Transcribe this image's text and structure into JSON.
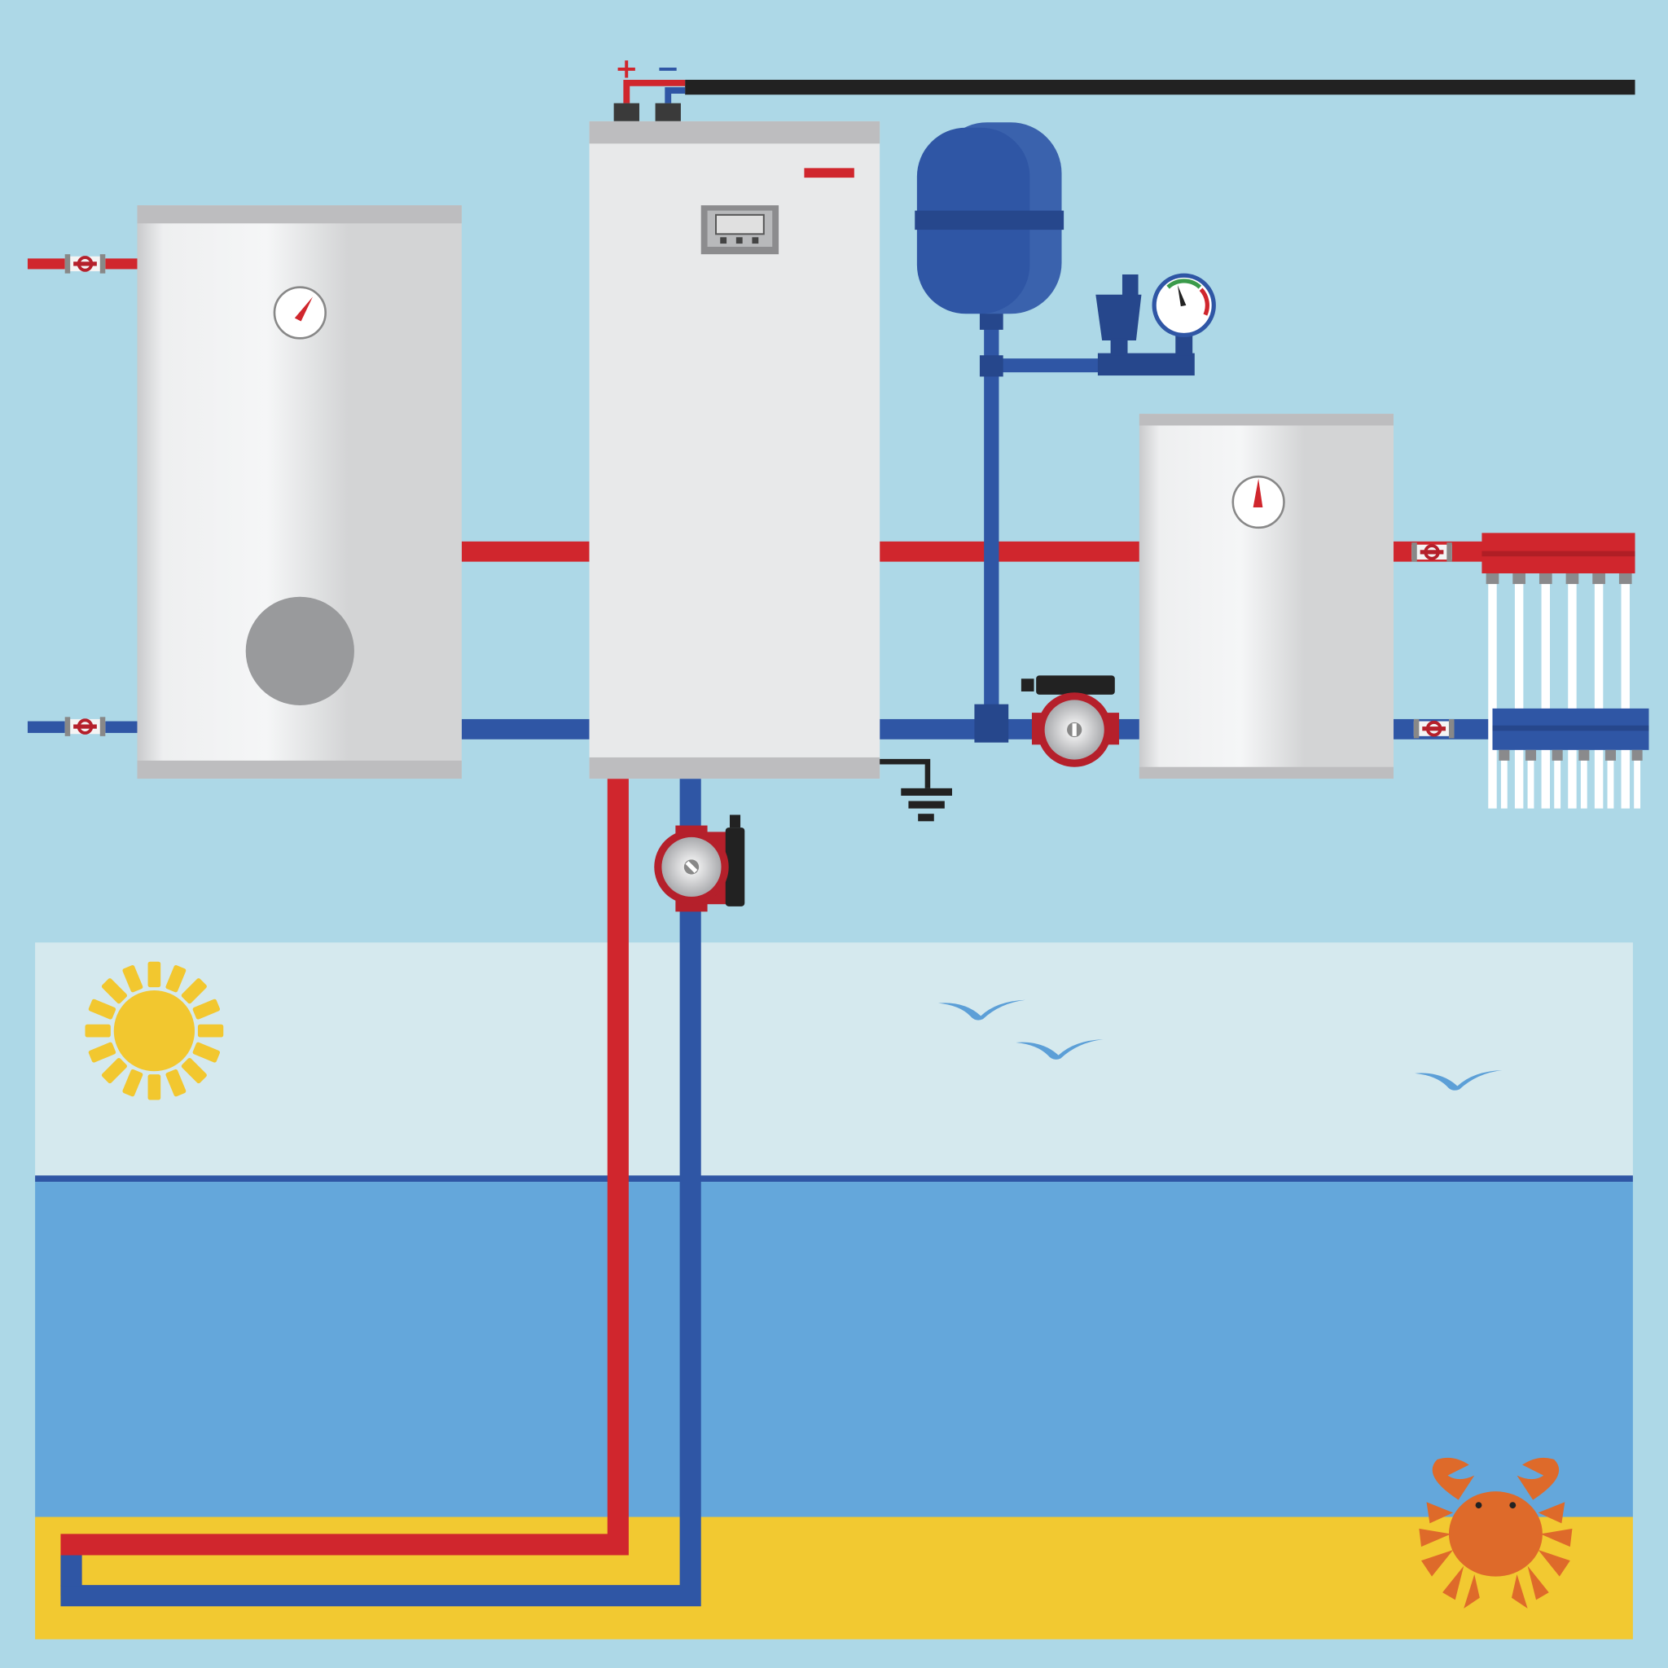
{
  "terminals": {
    "plus_label": "+",
    "minus_label": "−"
  },
  "colors": {
    "background": "#add8e7",
    "hot_pipe": "#d0262d",
    "cold_pipe": "#2f56a5",
    "sky": "#d5e9ee",
    "sea": "#64a7db",
    "sand": "#f2c931",
    "sun": "#f2c72f",
    "crab": "#de6a2a",
    "tank_cap": "#bdbdbf",
    "pump_red": "#b5202b"
  },
  "components": [
    "hot-water-tank",
    "heat-pump-unit",
    "expansion-vessel",
    "pressure-gauge",
    "buffer-tank",
    "circulation-pump",
    "underfloor-manifold",
    "ground-loop",
    "ground-symbol"
  ]
}
